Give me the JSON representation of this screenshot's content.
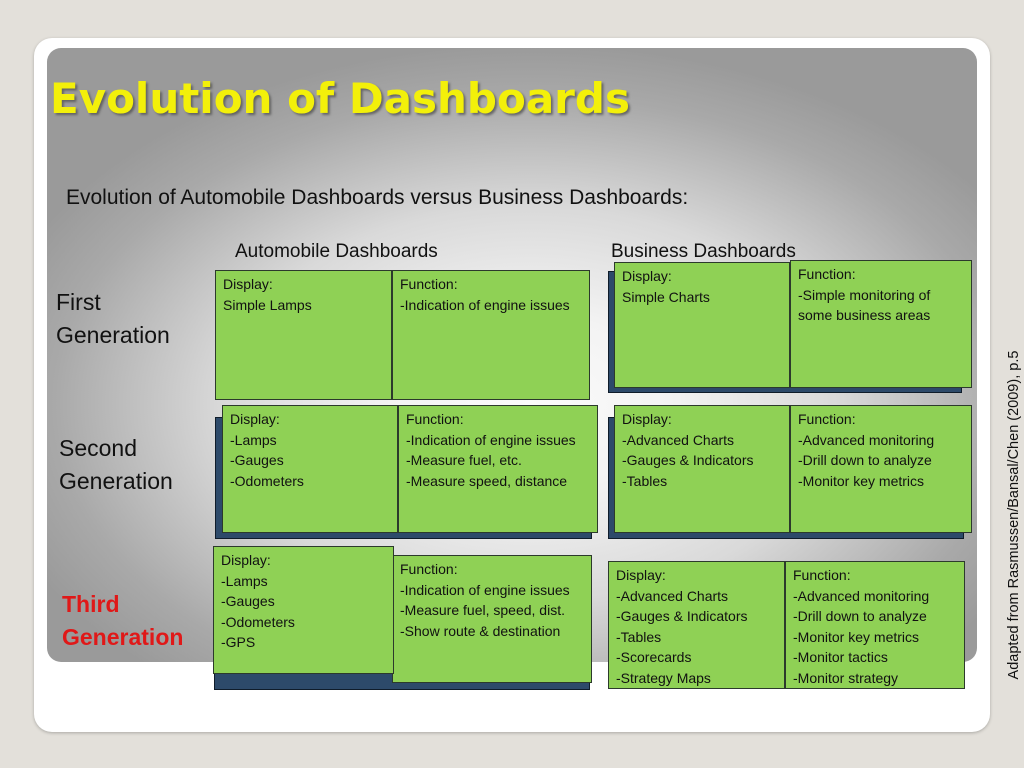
{
  "slide": {
    "title": "Evolution of Dashboards",
    "subtitle": "Evolution of Automobile Dashboards versus Business Dashboards:",
    "column_headers": {
      "automobile": "Automobile Dashboards",
      "business": "Business Dashboards"
    },
    "side_note": "Adapted from Rasmussen/Bansal/Chen (2009), p.5"
  },
  "rows": {
    "first": {
      "label": [
        "First",
        "Generation"
      ],
      "auto_display": [
        "Display:",
        "Simple Lamps"
      ],
      "auto_function": [
        "Function:",
        "-Indication of engine issues"
      ],
      "biz_display": [
        "Display:",
        "Simple Charts"
      ],
      "biz_function": [
        "Function:",
        "-Simple monitoring of",
        "some business areas"
      ]
    },
    "second": {
      "label": [
        "Second",
        "Generation"
      ],
      "auto_display": [
        "Display:",
        "-Lamps",
        "-Gauges",
        "-Odometers"
      ],
      "auto_function": [
        "Function:",
        "-Indication of engine issues",
        "-Measure fuel, etc.",
        "-Measure speed, distance"
      ],
      "biz_display": [
        "Display:",
        "-Advanced Charts",
        "-Gauges & Indicators",
        "-Tables"
      ],
      "biz_function": [
        "Function:",
        "-Advanced monitoring",
        "-Drill down to analyze",
        "-Monitor key metrics"
      ]
    },
    "third": {
      "label": [
        "Third",
        "Generation"
      ],
      "auto_display": [
        "Display:",
        "-Lamps",
        "-Gauges",
        "-Odometers",
        "-GPS"
      ],
      "auto_function": [
        "Function:",
        "-Indication of engine issues",
        "-Measure fuel, speed, dist.",
        "-Show route & destination"
      ],
      "biz_display": [
        "Display:",
        "-Advanced Charts",
        "-Gauges & Indicators",
        "-Tables",
        "-Scorecards",
        "-Strategy Maps"
      ],
      "biz_function": [
        "Function:",
        "-Advanced monitoring",
        "-Drill down to analyze",
        "-Monitor key metrics",
        "-Monitor tactics",
        "-Monitor strategy"
      ]
    }
  },
  "colors": {
    "title": "#f3f00a",
    "box_fill": "#8fd155",
    "box_shadow": "#2d4a6a",
    "third_label": "#e01818"
  }
}
